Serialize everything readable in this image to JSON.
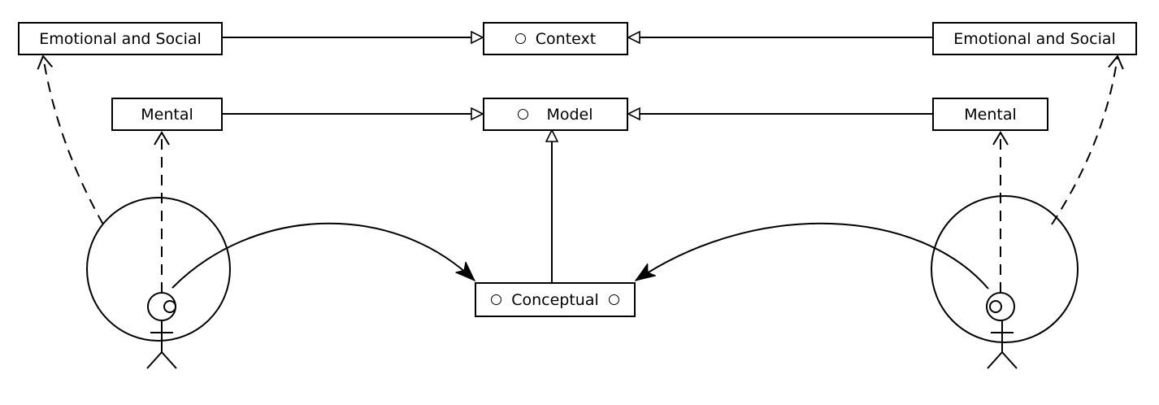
{
  "nodes": {
    "emotional_left": "Emotional and Social",
    "context": "Context",
    "emotional_right": "Emotional and Social",
    "mental_left": "Mental",
    "model": "Model",
    "mental_right": "Mental",
    "conceptual": "Conceptual"
  },
  "colors": {
    "stroke": "#000000",
    "background": "#ffffff"
  },
  "icons": [
    "port-circle-icon",
    "actor-icon",
    "open-triangle-arrowhead",
    "open-v-arrowhead",
    "filled-arrowhead"
  ]
}
